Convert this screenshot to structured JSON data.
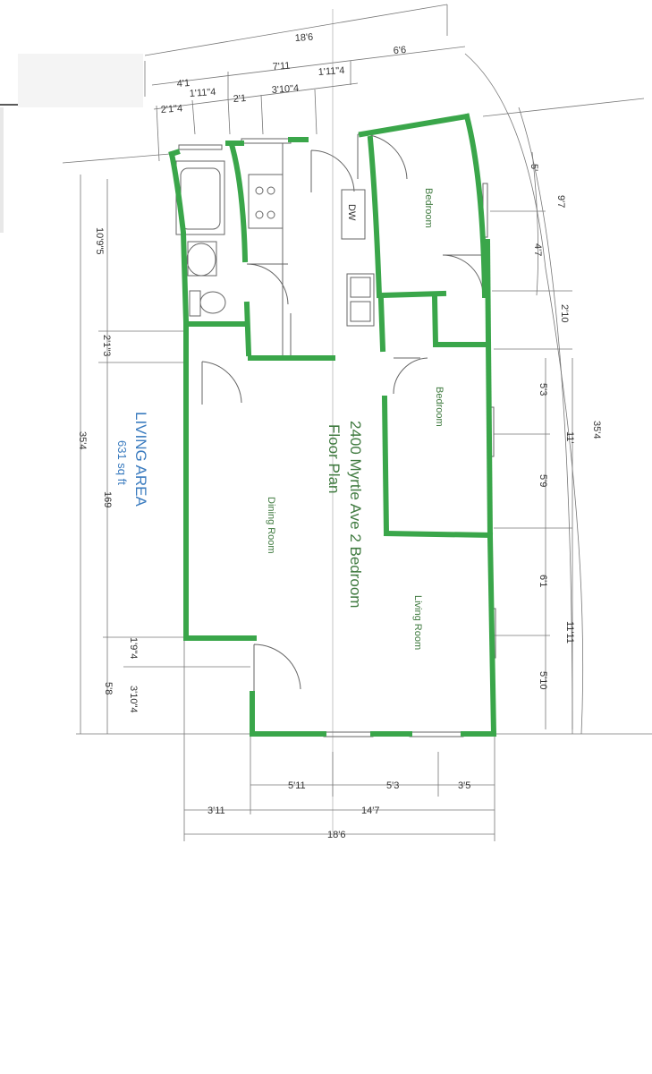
{
  "plan": {
    "title_line1": "2400 Myrtle Ave 2 Bedroom",
    "title_line2": "Floor Plan",
    "wall_color": "#3aa64a",
    "label_color": "#3f7a3f",
    "area_color": "#3a7bbf"
  },
  "living_area": {
    "heading": "LIVING AREA",
    "sqft": "631 sq ft",
    "code": "169"
  },
  "rooms": {
    "bedroom_top": "Bedroom",
    "bedroom_mid": "Bedroom",
    "dining": "Dining Room",
    "living": "Living Room"
  },
  "fixtures": {
    "dishwasher": "DW"
  },
  "dims_top": {
    "total": "18'6",
    "left_seg": "4'1",
    "mid_seg": "7'11",
    "right_seg": "6'6",
    "a": "2'1\"4",
    "b": "1'11\"4",
    "c": "2'1",
    "d": "3'10\"4",
    "e": "1'11\"4"
  },
  "dims_right": {
    "total": "35'4",
    "upper": "9'7",
    "upper_a": "5'",
    "upper_b": "4'7",
    "gap": "2'10",
    "mid": "11'",
    "mid_a": "5'3",
    "mid_b": "5'9",
    "lower": "11'11",
    "lower_a": "6'1",
    "lower_b": "5'10"
  },
  "dims_left": {
    "total": "35'4",
    "upper": "10'9\"5",
    "small": "2'1\"3",
    "bottom_outer": "5'8",
    "bottom_a": "1'9\"4",
    "bottom_b": "3'10\"4"
  },
  "dims_bottom": {
    "total": "18'6",
    "left": "3'11",
    "right": "14'7",
    "a": "5'11",
    "b": "5'3",
    "c": "3'5"
  }
}
